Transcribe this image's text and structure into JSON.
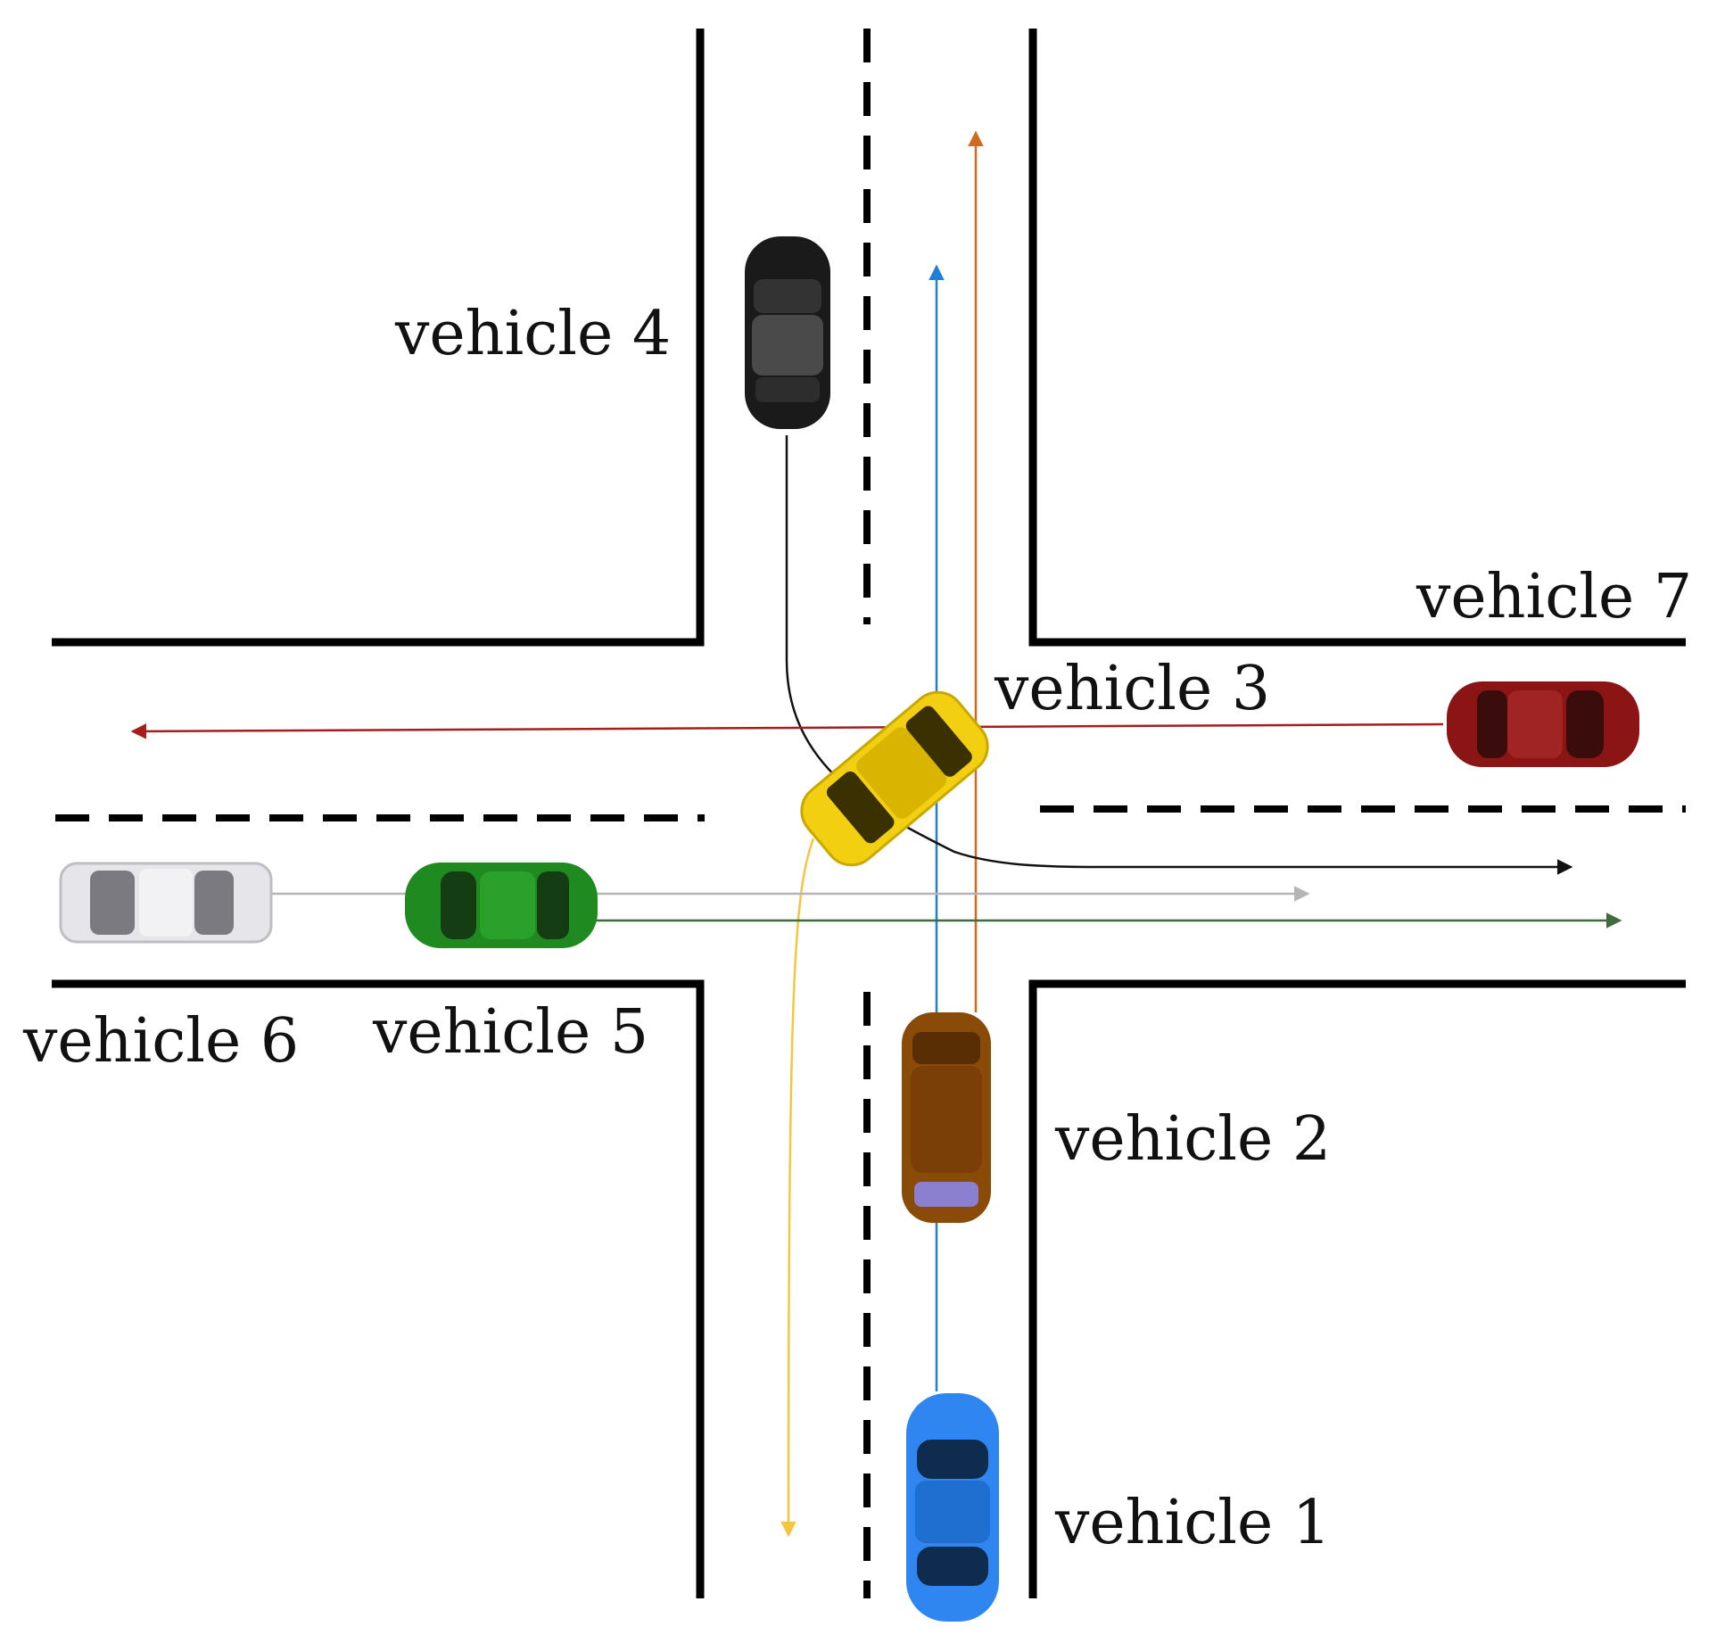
{
  "vehicles": [
    {
      "id": 1,
      "label": "vehicle 1",
      "body_color": "#2f86f0"
    },
    {
      "id": 2,
      "label": "vehicle 2",
      "body_color": "#8a4a08"
    },
    {
      "id": 3,
      "label": "vehicle 3",
      "body_color": "#f2cf10"
    },
    {
      "id": 4,
      "label": "vehicle 4",
      "body_color": "#1a1a1a"
    },
    {
      "id": 5,
      "label": "vehicle 5",
      "body_color": "#1f8a1f"
    },
    {
      "id": 6,
      "label": "vehicle 6",
      "body_color": "#e6e6ea"
    },
    {
      "id": 7,
      "label": "vehicle 7",
      "body_color": "#8b1414"
    }
  ],
  "trajectory_colors": {
    "vehicle_1": "#1f7fd6",
    "vehicle_2": "#d06a1e",
    "vehicle_3": "#f5c542",
    "vehicle_4": "#111111",
    "vehicle_5": "#3f6b3f",
    "vehicle_6": "#b5b5b5",
    "vehicle_7": "#a31f1f"
  },
  "road_line_color": "#000000"
}
